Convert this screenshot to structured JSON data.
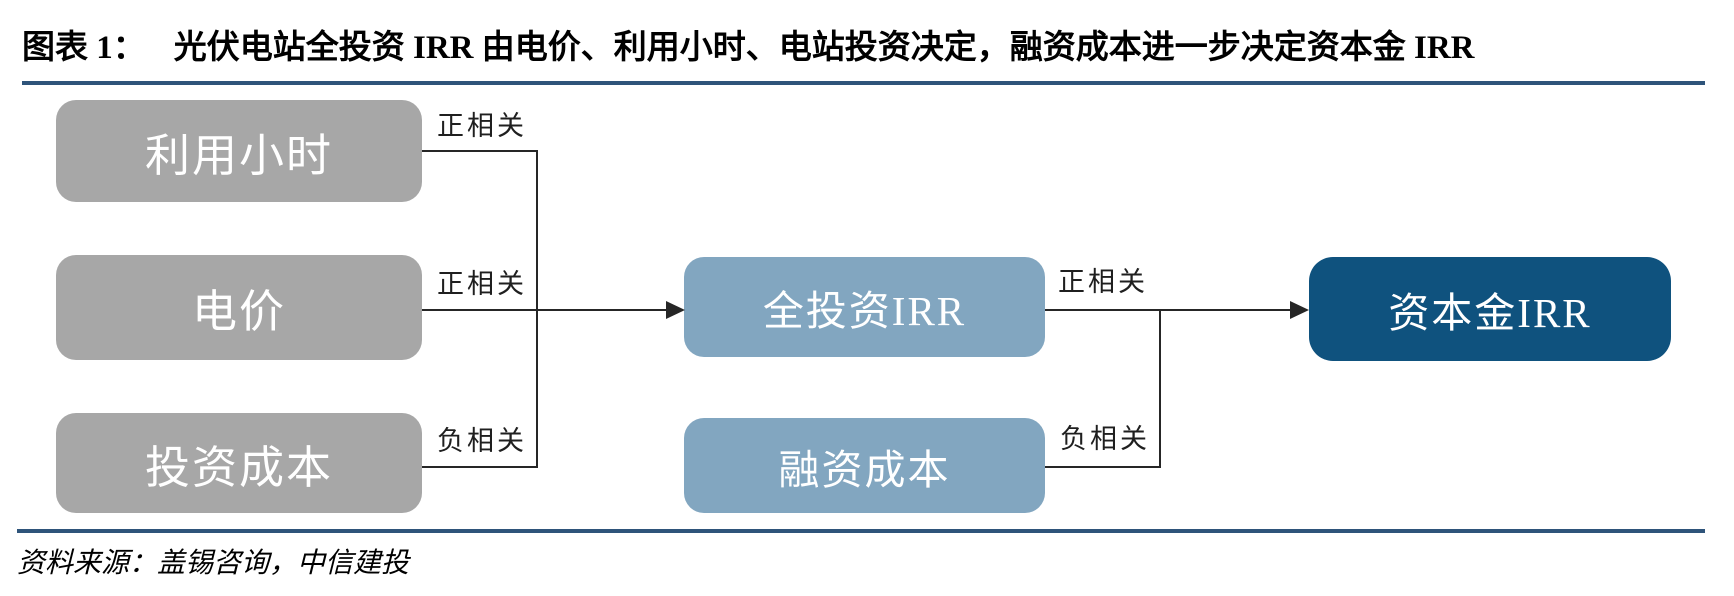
{
  "figure": {
    "label": "图表 1：",
    "title": "光伏电站全投资 IRR 由电价、利用小时、电站投资决定，融资成本进一步决定资本金 IRR",
    "source": "资料来源：盖锡咨询，中信建投"
  },
  "diagram": {
    "type": "flowchart",
    "nodes": [
      {
        "id": "utilization-hours",
        "label": "利用小时",
        "role": "input"
      },
      {
        "id": "electricity-price",
        "label": "电价",
        "role": "input"
      },
      {
        "id": "investment-cost",
        "label": "投资成本",
        "role": "input"
      },
      {
        "id": "full-investment-irr",
        "label": "全投资IRR",
        "role": "intermediate"
      },
      {
        "id": "financing-cost",
        "label": "融资成本",
        "role": "input"
      },
      {
        "id": "equity-irr",
        "label": "资本金IRR",
        "role": "output"
      }
    ],
    "edges": [
      {
        "from": "utilization-hours",
        "to": "full-investment-irr",
        "label": "正相关"
      },
      {
        "from": "electricity-price",
        "to": "full-investment-irr",
        "label": "正相关"
      },
      {
        "from": "investment-cost",
        "to": "full-investment-irr",
        "label": "负相关"
      },
      {
        "from": "full-investment-irr",
        "to": "equity-irr",
        "label": "正相关"
      },
      {
        "from": "financing-cost",
        "to": "equity-irr",
        "label": "负相关"
      }
    ],
    "colors": {
      "input_box": "#a7a7a7",
      "intermediate_box": "#82a6c0",
      "output_box": "#0f527e",
      "box_text": "#ffffff",
      "rule_line": "#2e547a",
      "connector_line": "#262626"
    }
  }
}
